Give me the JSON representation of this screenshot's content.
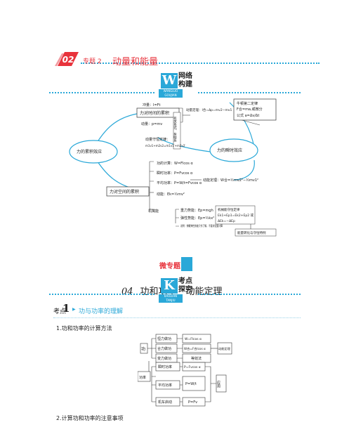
{
  "header": {
    "badge": "02",
    "topic": "专题 2",
    "title": "动量和能量"
  },
  "section_network": {
    "letter": "W",
    "sub": "WANGLUO GOUJIAN",
    "name_line1": "网络",
    "name_line2": "构建"
  },
  "mindmap": {
    "node_time": "力对时间的累积",
    "node_effect": "力的累积效应",
    "node_space": "力对空间的累积",
    "node_instant": "力的瞬时效应",
    "impulse": "冲量：I=Ft",
    "momentum": "动量：p=mv",
    "momentum_theorem": "动量定理：I合=Δp=mv2−mv1",
    "connection": "有关系式、有联系",
    "conservation_momentum": "动量守恒定律：",
    "conservation_formula": "m1v1+m2v2=m1v1′+m2v2′",
    "newton_law": "牛顿第二定律",
    "newton_formula": "F合=ma,或微分",
    "newton_formula2": "公式 a=Δv/Δt",
    "work": "功的计算：W=Flcos α",
    "power_instant": "瞬时功率：P=Fvcos α",
    "power_avg": "平均功率：P=W/t=Fvcos α",
    "kinetic_theorem": "动能定理：W合=½mv2²−½mv1²",
    "kinetic_energy": "动能：Ek=½mv²",
    "mech_energy": "机械能",
    "gravity_pe": "重力势能：Ep=mgh",
    "elastic_pe": "弹性势能：Ep=½kx²",
    "note": "说明：弹簧弹性势能只作了解，不要求定量计算",
    "mech_conservation": "机械能守恒定律",
    "mech_formula1": "Ek1+Ep1=Ek2+Ep2 或",
    "mech_formula2": "ΔEk=−ΔEp",
    "energy_conversion": "能量转化与守恒特例"
  },
  "micro_topic": "微专题",
  "lesson": {
    "number": "04",
    "title": "功和功率　动能定理"
  },
  "section_exam": {
    "letter": "K",
    "sub": "KAODIAN　TANJIU",
    "name_line1": "考点",
    "name_line2": "探究"
  },
  "point": {
    "label": "考点",
    "number": "1",
    "text": "功与功率的理解"
  },
  "heading1": "1.功和功率的计算方法",
  "flow": {
    "left_work": "功",
    "constant_force": "恒力做功",
    "net_force": "合力做功",
    "variable_force": "变力做功",
    "f_constant": "W=Flcos α",
    "f_net": "W合=F合lcos α",
    "f_variable": "等效法",
    "kinetic_box": "动能定理",
    "left_power": "功率",
    "instant_power": "瞬时功率",
    "avg_power": "平均功率",
    "machine_start": "机车启动",
    "f_instant": "P=Fvcos α",
    "f_avg": "P=W/t",
    "f_machine": "P=Fv",
    "apply": "应用"
  },
  "heading2": "2.计算功和功率的注意事项"
}
